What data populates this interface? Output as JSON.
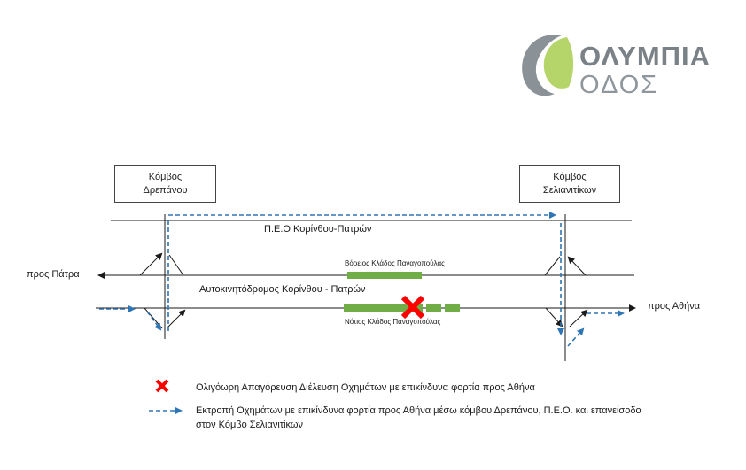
{
  "logo": {
    "line1": "ΟΛΥΜΠΙΑ",
    "line2": "ΟΔΟΣ"
  },
  "nodes": {
    "left": {
      "line1": "Κόμβος",
      "line2": "Δρεπάνου"
    },
    "right": {
      "line1": "Κόμβος",
      "line2": "Σελιανιτίκων"
    }
  },
  "roads": {
    "old_national": "Π.Ε.Ο Κορίνθου-Πατρών",
    "motorway": "Αυτοκινητόδρομος Κορίνθου - Πατρών",
    "to_patra": "προς Πάτρα",
    "to_athens": "προς Αθήνα"
  },
  "branches": {
    "north": "Βόρειος Κλάδος Παναγοπούλας",
    "south": "Νότιος Κλάδος Παναγοπούλας"
  },
  "legend": {
    "closure": "Ολιγόωρη Απαγόρευση Διέλευση Οχημάτων με επικίνδυνα φορτία προς Αθήνα",
    "detour_line1": "Εκτροπή Οχημάτων με επικίνδυνα φορτία προς Αθήνα μέσω κόμβου Δρεπάνου, Π.Ε.Ο.  και επανείσοδο",
    "detour_line2": "στον Κόμβο Σελιανιτίκων"
  },
  "colors": {
    "road": "#1a1a1a",
    "branch_green": "#70ad47",
    "closure_red": "#ff0000",
    "detour_blue": "#2e75b6",
    "logo_gray": "#7a8288",
    "logo_green": "#b5d56a"
  }
}
